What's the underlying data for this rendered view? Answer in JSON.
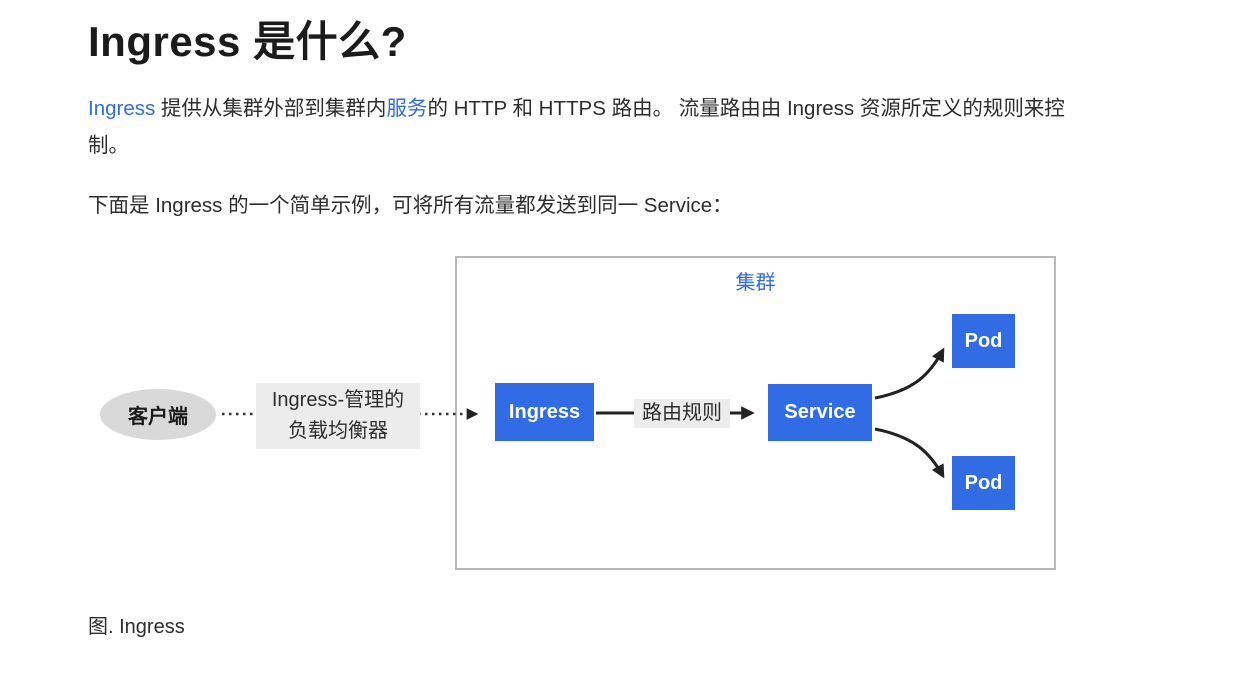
{
  "page": {
    "title": "Ingress 是什么?",
    "caption": "图. Ingress"
  },
  "intro": {
    "link_ingress": "Ingress",
    "text_a": " 提供从集群外部到集群内",
    "link_service": "服务",
    "text_b": "的 HTTP 和 HTTPS 路由。 流量路由由 Ingress 资源所定义的规则来控制。"
  },
  "example_text": "下面是 Ingress 的一个简单示例，可将所有流量都发送到同一 Service：",
  "diagram": {
    "cluster_label": "集群",
    "client_label": "客户端",
    "lb_label_line1": "Ingress-管理的",
    "lb_label_line2": "负载均衡器",
    "ingress_label": "Ingress",
    "route_label": "路由规则",
    "service_label": "Service",
    "pod_top_label": "Pod",
    "pod_bottom_label": "Pod"
  },
  "colors": {
    "link_blue": "#326ce5",
    "node_blue": "#326ce5",
    "label_bg": "#ececec",
    "client_bg": "#d9d9d9",
    "cluster_border": "#b9b9b9"
  }
}
